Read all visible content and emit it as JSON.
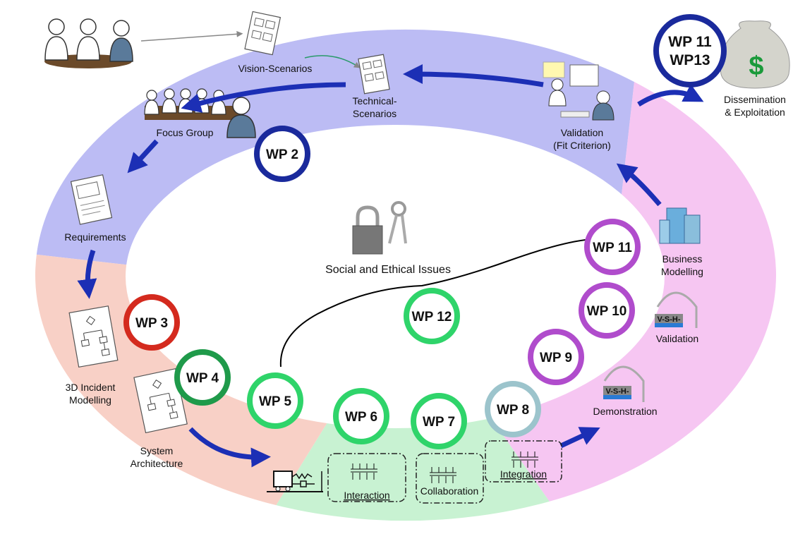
{
  "colors": {
    "top_segment": "#bcbcf4",
    "right_segment": "#f6c6f2",
    "bottom_segment": "#c8f2d2",
    "left_segment": "#f8d0c6",
    "arrow": "#1c2fb5"
  },
  "labels": {
    "vision": "Vision-Scenarios",
    "technical_1": "Technical-",
    "technical_2": "Scenarios",
    "focus": "Focus Group",
    "requirements": "Requirements",
    "incident_1": "3D Incident",
    "incident_2": "Modelling",
    "architecture_1": "System",
    "architecture_2": "Architecture",
    "validation_fit_1": "Validation",
    "validation_fit_2": "(Fit Criterion)",
    "dissemination_1": "Dissemination",
    "dissemination_2": "& Exploitation",
    "business_1": "Business",
    "business_2": "Modelling",
    "validation": "Validation",
    "demonstration": "Demonstration",
    "social": "Social and Ethical Issues",
    "interaction": "Interaction",
    "collaboration": "Collaboration",
    "integration": "Integration",
    "dollar": "$",
    "vsh": "V-S-H-"
  },
  "work_packages": [
    {
      "label": "WP 2",
      "color": "#1a2a9c"
    },
    {
      "label": "WP 3",
      "color": "#d42a1e"
    },
    {
      "label": "WP 4",
      "color": "#1f9a4a"
    },
    {
      "label": "WP 5",
      "color": "#2fd46a"
    },
    {
      "label": "WP 6",
      "color": "#2fd46a"
    },
    {
      "label": "WP 7",
      "color": "#2fd46a"
    },
    {
      "label": "WP 8",
      "color": "#9cc4cc"
    },
    {
      "label": "WP 9",
      "color": "#b04ccc"
    },
    {
      "label": "WP 10",
      "color": "#b04ccc"
    },
    {
      "label": "WP 11",
      "color": "#b04ccc"
    },
    {
      "label": "WP 12",
      "color": "#2fd46a"
    }
  ],
  "top_badge": {
    "line1": "WP 11",
    "line2": "WP13",
    "color": "#1a2a9c"
  }
}
